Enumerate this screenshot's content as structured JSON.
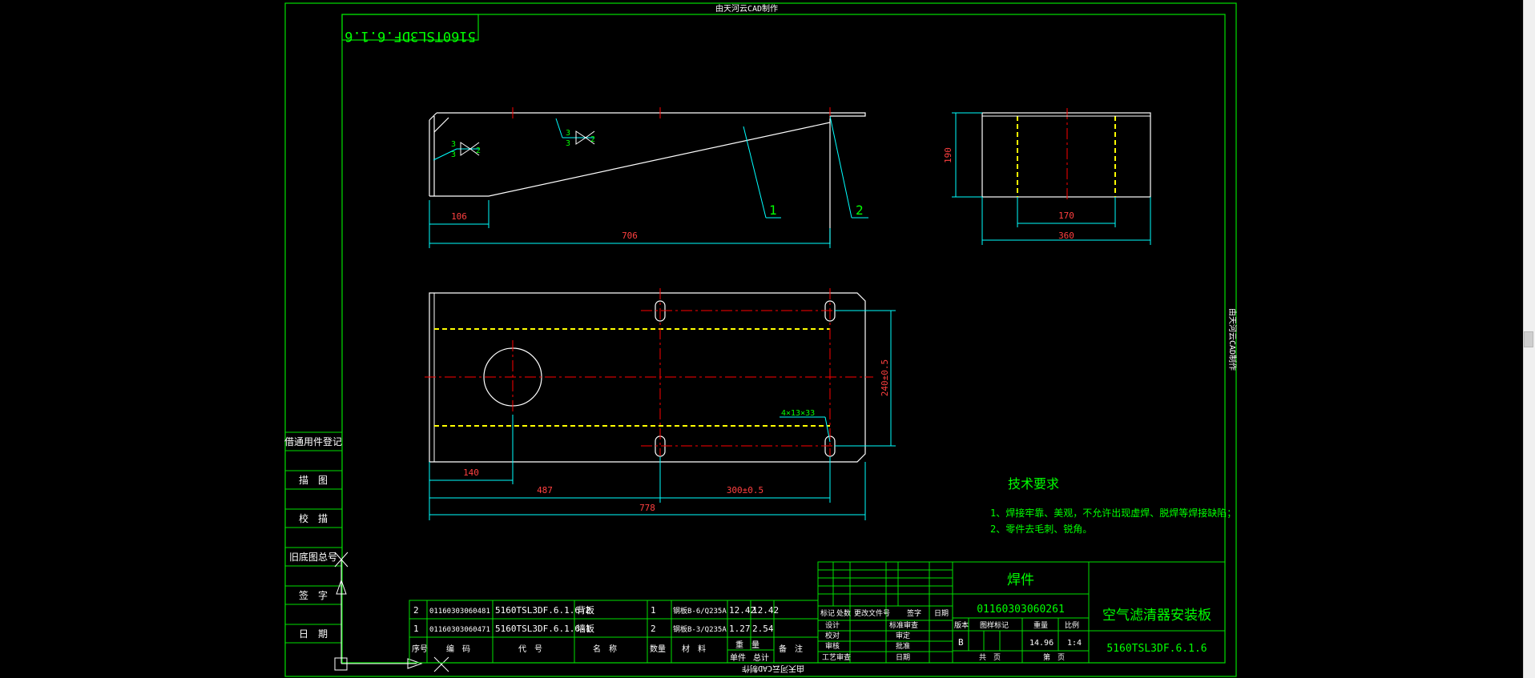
{
  "watermark": {
    "top": "由天河云CAD制作",
    "bottom": "由天河云CAD制作",
    "side": "由天河云CAD制作"
  },
  "drawing_code_rotated": "5160TSL3DF.6.1.6",
  "views": {
    "front": {
      "dims": [
        "106",
        "706"
      ],
      "balloons": [
        "1",
        "2"
      ],
      "weld_symbol": {
        "top": "3",
        "bottom": "3",
        "right": "2"
      }
    },
    "side": {
      "dims": [
        "190",
        "170",
        "360"
      ]
    },
    "top": {
      "dims": [
        "140",
        "487",
        "300±0.5",
        "778",
        "240±0.5"
      ],
      "hole_note": "4×13×33"
    }
  },
  "tech_requirements": {
    "title": "技术要求",
    "items": [
      "1、焊接牢靠、美观，不允许出现虚焊、脱焊等焊接缺陷；",
      "2、零件去毛刺、锐角。"
    ]
  },
  "left_stamps": [
    "借通用件登记",
    "描　图",
    "校　描",
    "旧底图总号",
    "签　字",
    "日　期"
  ],
  "bom": {
    "rows": [
      {
        "seq": "2",
        "code": "01160303060481",
        "drawing": "5160TSL3DF.6.1.6-2",
        "name": "背板",
        "qty": "1",
        "material": "钢板B-6/Q235A",
        "unit": "12.42",
        "total": "12.42"
      },
      {
        "seq": "1",
        "code": "01160303060471",
        "drawing": "5160TSL3DF.6.1.6-1",
        "name": "墙板",
        "qty": "2",
        "material": "钢板B-3/Q235A",
        "unit": "1.27",
        "total": "2.54"
      }
    ],
    "header": [
      "序号",
      "编　码",
      "代　号",
      "名　称",
      "数量",
      "材　料",
      "单件",
      "总计",
      "备　注"
    ],
    "weight_label": "重　量"
  },
  "title_block": {
    "category": "焊件",
    "part_code": "01160303060261",
    "title": "空气滤清器安装板",
    "drawing_no": "5160TSL3DF.6.1.6",
    "revision": "B",
    "weight": "14.96",
    "scale": "1:4",
    "labels_top": [
      "标记",
      "处数",
      "更改文件号",
      "签字",
      "日期"
    ],
    "labels_left": [
      "设计",
      "校对",
      "审核",
      "工艺审查"
    ],
    "labels_mid": [
      "标准审查",
      "审定",
      "批准",
      "日期"
    ],
    "labels_right": [
      "版本",
      "图样标记",
      "重量",
      "比例"
    ],
    "labels_sheet": [
      "共　页",
      "第　页"
    ]
  },
  "colors": {
    "background": "#000000",
    "frame": "#00ff00",
    "outline": "#ffffff",
    "dimension": "#00ffff",
    "center": "#ff0000",
    "hidden": "#ffff00",
    "dim_text": "#ff4040"
  }
}
